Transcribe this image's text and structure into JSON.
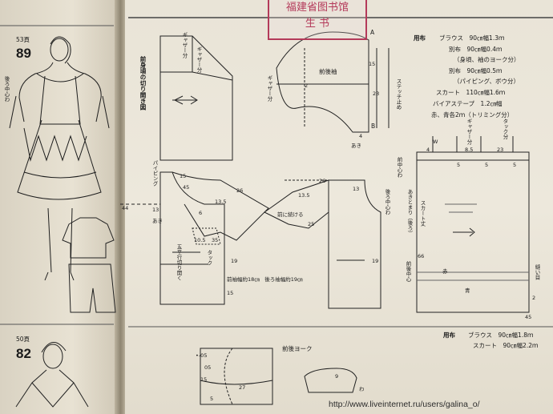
{
  "left_page": {
    "ref1": "53頁",
    "num1": "89",
    "ref2": "50頁",
    "num2": "82",
    "side_note": "後ろ中心わ"
  },
  "stamp": {
    "line1": "福建省图书馆",
    "line2": "生 书"
  },
  "materials_89": {
    "title": "用布",
    "r1": "ブラウス　90㎝幅1.3ｍ",
    "r2": "別布　90㎝幅0.4ｍ",
    "r3": "（身頃、袖のヨーク分）",
    "r4": "別布　90㎝幅0.5ｍ",
    "r5": "（パイピング、ボウ分）",
    "r6": "スカート　110㎝幅1.6ｍ",
    "r7": "バイアステープ　1.2㎝幅",
    "r8": "赤、青各2ｍ（トリミング分）"
  },
  "materials_82": {
    "title": "用布",
    "r1": "ブラウス　90㎝幅1.8ｍ",
    "r2": "スカート　90㎝幅2.2ｍ"
  },
  "labels": {
    "front_cut": "前身頃の切り開き図",
    "gather1": "ギャザー分",
    "gather2": "ギャザー分",
    "sleeve": "前後袖",
    "gather3": "ギャザー分",
    "stitch": "ステッチ止め",
    "ake": "あき",
    "a": "A",
    "b": "B",
    "n15a": "15",
    "n4": "4",
    "n23": "23",
    "n2": "2",
    "piping": "パイピング",
    "n44": "44",
    "n15b": "15",
    "n45": "45",
    "n26a": "26",
    "n13a": "13",
    "ake2": "あき",
    "n6": "6",
    "n135a": "13.5",
    "n105": "10.5",
    "n35": "35",
    "tuck": "タック",
    "n19a": "19",
    "front_line": "五平行切り開く",
    "front_open": "前袖幅約18㎝　後ろ袖幅約19㎝",
    "n25": "25",
    "front_sleeve_note": "前に続ける",
    "n135b": "13.5",
    "n26b": "26",
    "n13b": "13",
    "n19b": "19",
    "back_center": "後ろ中心わ",
    "back_mark": "前中心わ",
    "back_ake": "あきとまり（後ろ）",
    "skirt_len": "スカート丈",
    "n66": "66",
    "back_front": "前後中心",
    "w": "W",
    "n4b": "4",
    "n85": "8.5",
    "n23b": "23",
    "gather4": "ギャザー分",
    "tuck2": "タック分",
    "n5a": "5",
    "n5b": "5",
    "n5c": "5",
    "red": "赤",
    "blue": "青",
    "n45b": "45",
    "n2b": "2",
    "n15c": "15",
    "yoke": "前後ヨーク",
    "n05a": "•-05",
    "n05b": "05",
    "n15d": "15",
    "n27": "27",
    "n5d": "5",
    "n9": "9",
    "wa": "わ",
    "trim_note": "縫い目"
  },
  "watermark": "http://www.liveinternet.ru/users/galina_o/"
}
